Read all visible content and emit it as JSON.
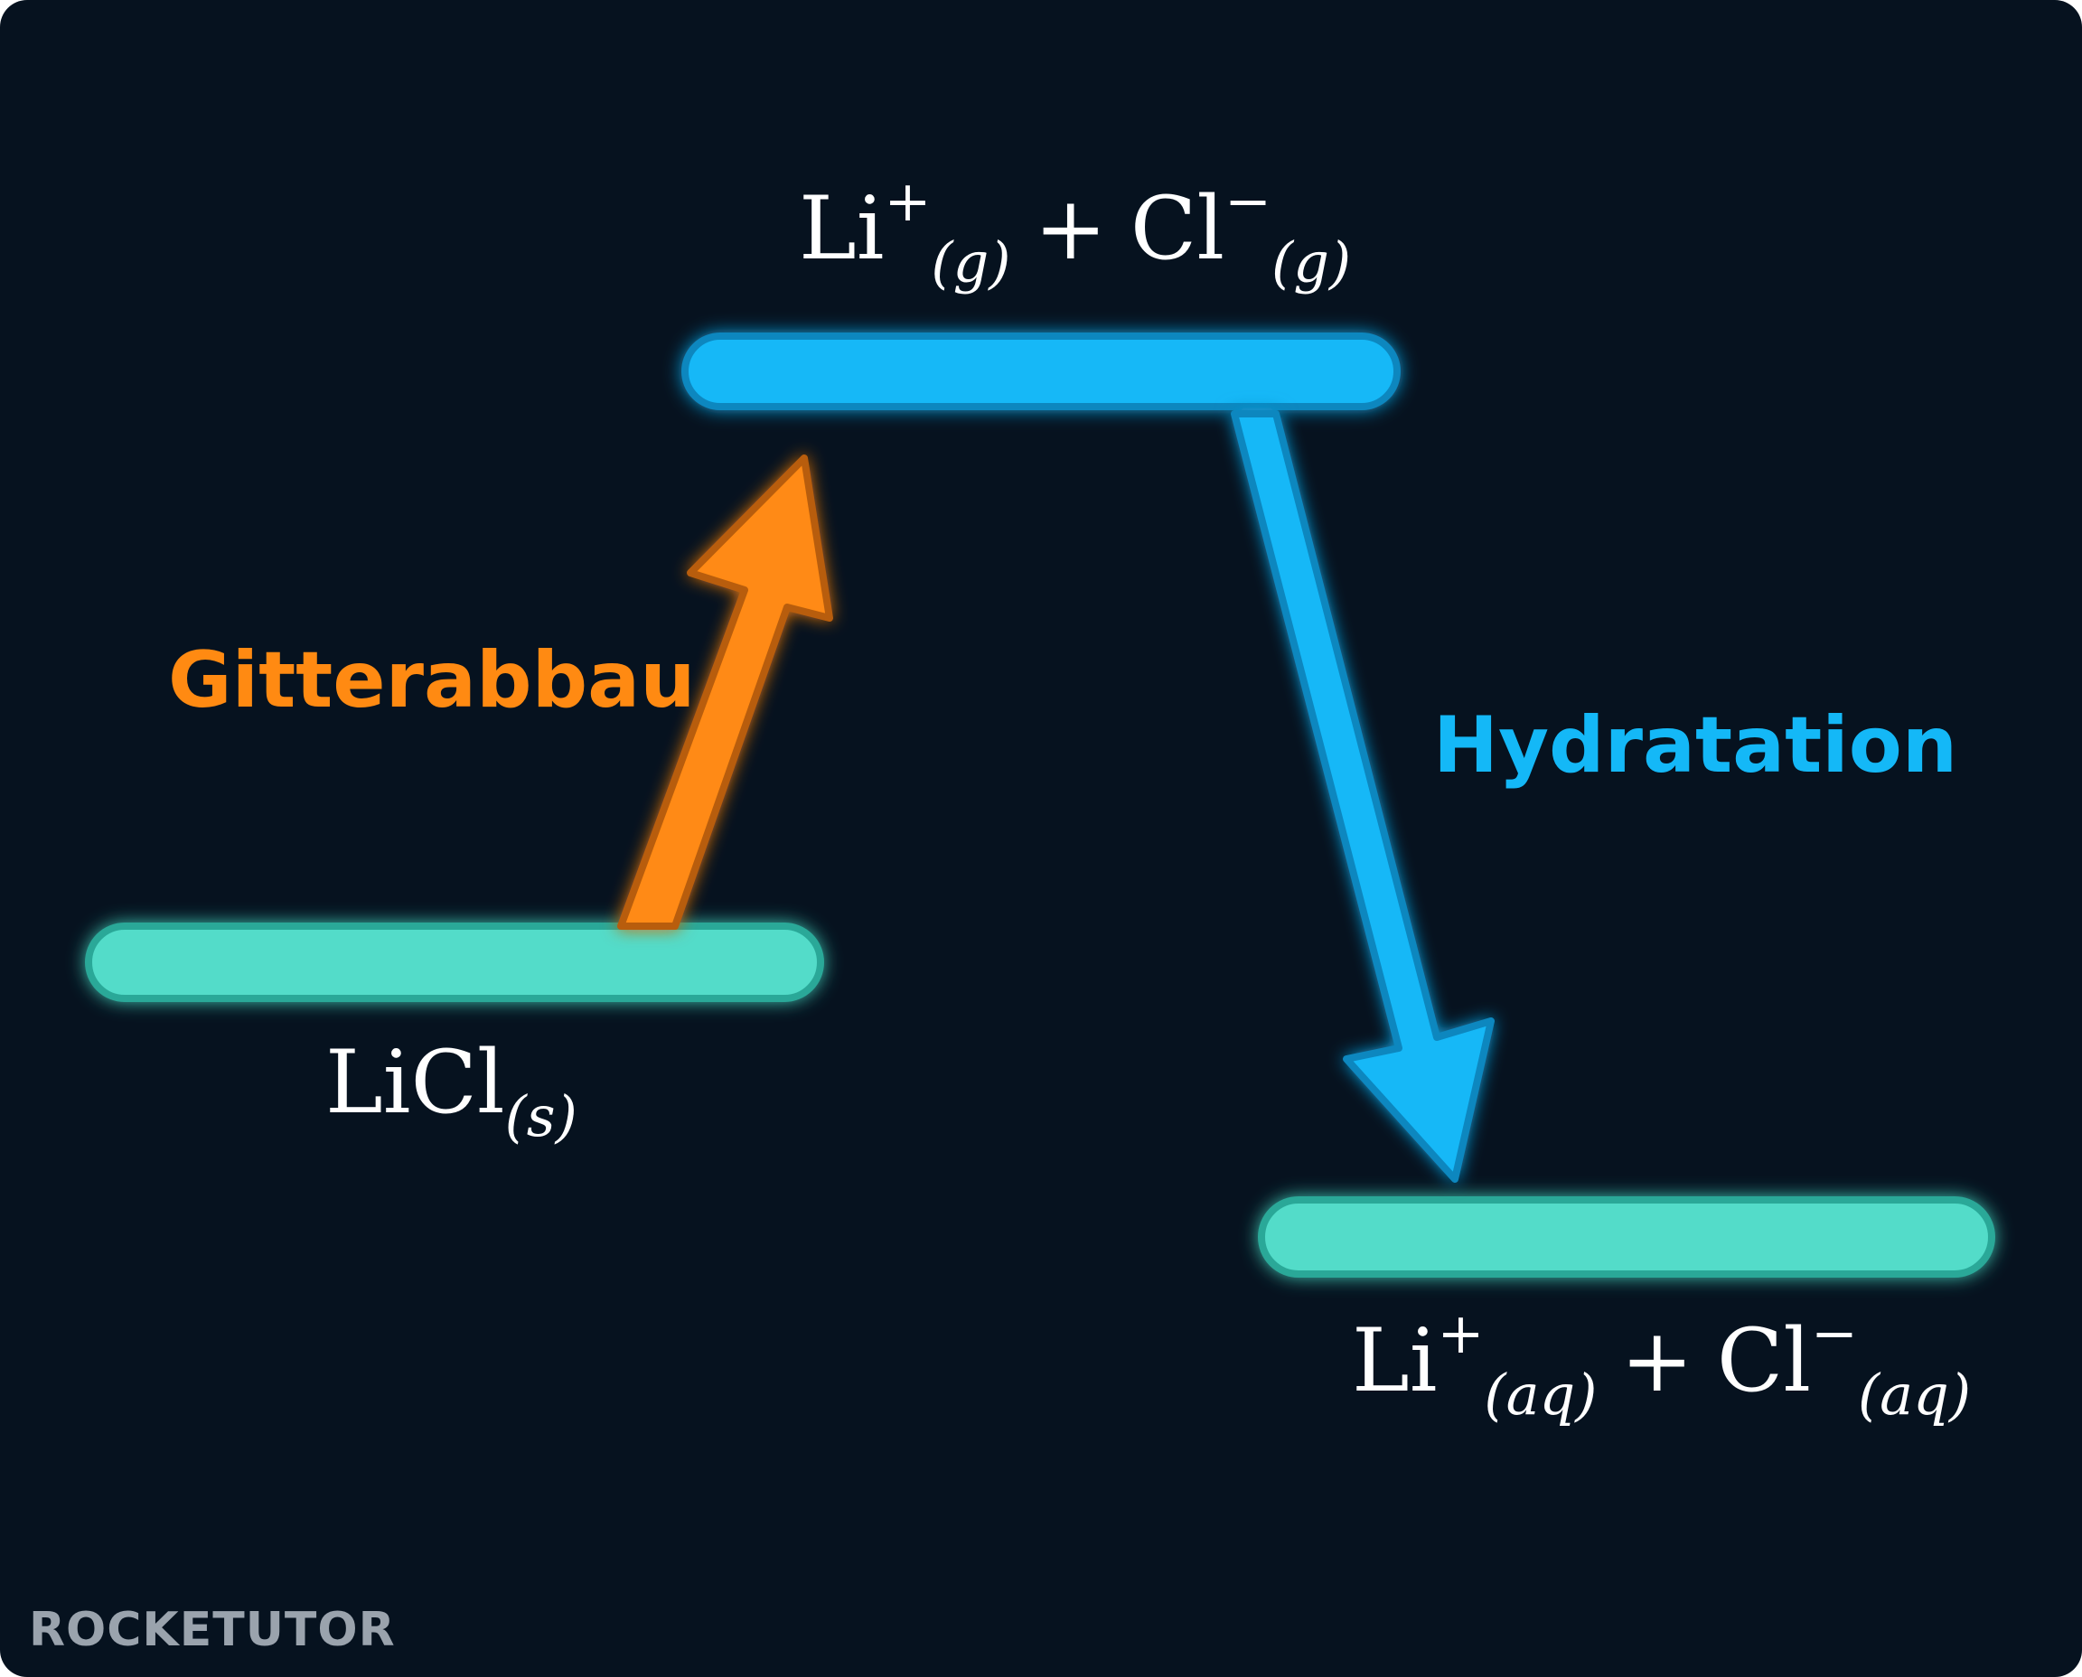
{
  "levels": {
    "gas_ions": {
      "formula": {
        "ion1": "Li",
        "ion1_charge": "+",
        "ion1_state": "(g)",
        "operator": "+",
        "ion2": "Cl",
        "ion2_charge": "−",
        "ion2_state": "(g)"
      }
    },
    "solid": {
      "formula": {
        "compound": "LiCl",
        "state": "(s)"
      }
    },
    "aqueous_ions": {
      "formula": {
        "ion1": "Li",
        "ion1_charge": "+",
        "ion1_state": "(aq)",
        "operator": "+",
        "ion2": "Cl",
        "ion2_charge": "−",
        "ion2_state": "(aq)"
      }
    }
  },
  "arrows": {
    "lattice_breakdown": {
      "label": "Gitterabbau",
      "color": "#ff8a12"
    },
    "hydration": {
      "label": "Hydratation",
      "color": "#14b8f7"
    }
  },
  "colors": {
    "background": "#06121f",
    "gas_level": "#14b8f7",
    "solution_levels": "#52dcc9"
  },
  "logo": "ROCKETUTOR"
}
